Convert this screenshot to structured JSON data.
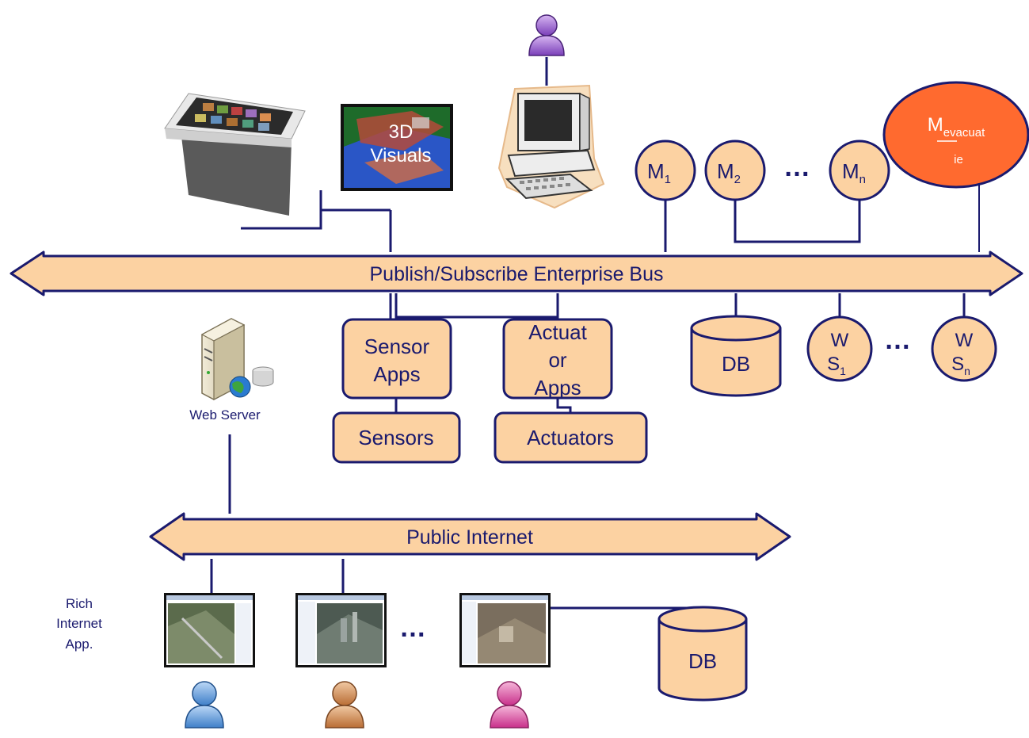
{
  "colors": {
    "line": "#1a1a6e",
    "peach": "#fcd2a2",
    "orange": "#ff6a2f",
    "text": "#1a1a6e"
  },
  "buses": {
    "enterprise": "Publish/Subscribe Enterprise Bus",
    "internet": "Public Internet"
  },
  "top": {
    "visuals_label_1": "3D",
    "visuals_label_2": "Visuals",
    "models": [
      {
        "base": "M",
        "sub": "1"
      },
      {
        "base": "M",
        "sub": "2"
      },
      {
        "base": "M",
        "sub": "n"
      }
    ],
    "models_ellipsis": "…",
    "evac_base": "M",
    "evac_sub": "evacuat",
    "evac_line2": "ie"
  },
  "middle": {
    "sensor_apps_1": "Sensor",
    "sensor_apps_2": "Apps",
    "actuator_apps_1": "Actuat",
    "actuator_apps_2": "or",
    "actuator_apps_3": "Apps",
    "sensors": "Sensors",
    "actuators": "Actuators",
    "db": "DB",
    "ws": [
      {
        "base": "W",
        "line2": "S",
        "sub": "1"
      },
      {
        "base": "W",
        "line2": "S",
        "sub": "n"
      }
    ],
    "ws_ellipsis": "…",
    "web_server": "Web Server"
  },
  "bottom": {
    "rich_1": "Rich",
    "rich_2": "Internet",
    "rich_3": "App.",
    "ellipsis": "…",
    "db": "DB"
  },
  "icons": [
    "surface-table-icon",
    "3d-visuals-screen-icon",
    "desktop-computer-icon",
    "user-purple-icon",
    "web-server-icon",
    "browser-screenshot-icon",
    "user-blue-icon",
    "user-orange-icon",
    "user-pink-icon"
  ]
}
